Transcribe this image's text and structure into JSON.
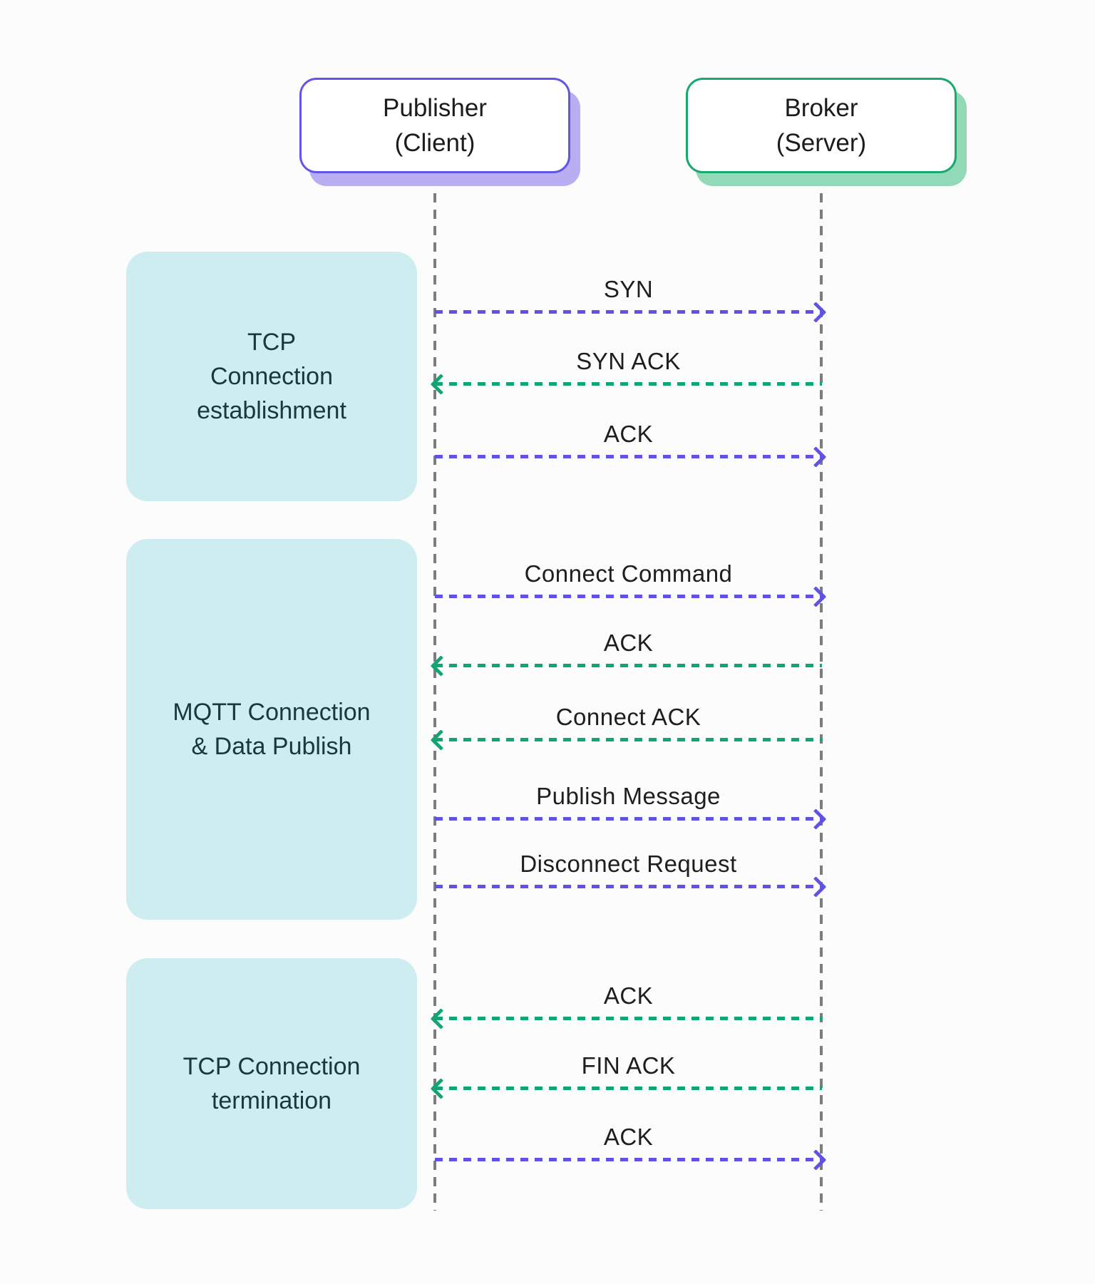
{
  "colors": {
    "background": "#fcfcfc",
    "purple": "#6053e2",
    "purple-border": "#6355e8",
    "purple-shadow": "#b9aef2",
    "green": "#12a473",
    "green-border": "#17a96e",
    "green-shadow": "#92d9b7",
    "phase-bg": "#cdedf1",
    "phase-text": "#18383c",
    "lifeline": "#7d7d7d",
    "label-text": "#1e1e20"
  },
  "actors": [
    {
      "id": "publisher",
      "line1": "Publisher",
      "line2": "(Client)"
    },
    {
      "id": "broker",
      "line1": "Broker",
      "line2": "(Server)"
    }
  ],
  "phases": [
    {
      "id": "tcp-establishment",
      "lines": [
        "TCP",
        "Connection",
        "establishment"
      ]
    },
    {
      "id": "mqtt-publish",
      "lines": [
        "MQTT Connection",
        "& Data Publish"
      ]
    },
    {
      "id": "tcp-termination",
      "lines": [
        "TCP Connection",
        "termination"
      ]
    }
  ],
  "messages": [
    {
      "label": "SYN",
      "from": "publisher",
      "to": "broker",
      "color": "purple"
    },
    {
      "label": "SYN ACK",
      "from": "broker",
      "to": "publisher",
      "color": "green"
    },
    {
      "label": "ACK",
      "from": "publisher",
      "to": "broker",
      "color": "purple"
    },
    {
      "label": "Connect Command",
      "from": "publisher",
      "to": "broker",
      "color": "purple"
    },
    {
      "label": "ACK",
      "from": "broker",
      "to": "publisher",
      "color": "green"
    },
    {
      "label": "Connect ACK",
      "from": "broker",
      "to": "publisher",
      "color": "green"
    },
    {
      "label": "Publish Message",
      "from": "publisher",
      "to": "broker",
      "color": "purple"
    },
    {
      "label": "Disconnect Request",
      "from": "publisher",
      "to": "broker",
      "color": "purple"
    },
    {
      "label": "ACK",
      "from": "broker",
      "to": "publisher",
      "color": "green"
    },
    {
      "label": "FIN ACK",
      "from": "broker",
      "to": "publisher",
      "color": "green"
    },
    {
      "label": "ACK",
      "from": "publisher",
      "to": "broker",
      "color": "purple"
    }
  ]
}
